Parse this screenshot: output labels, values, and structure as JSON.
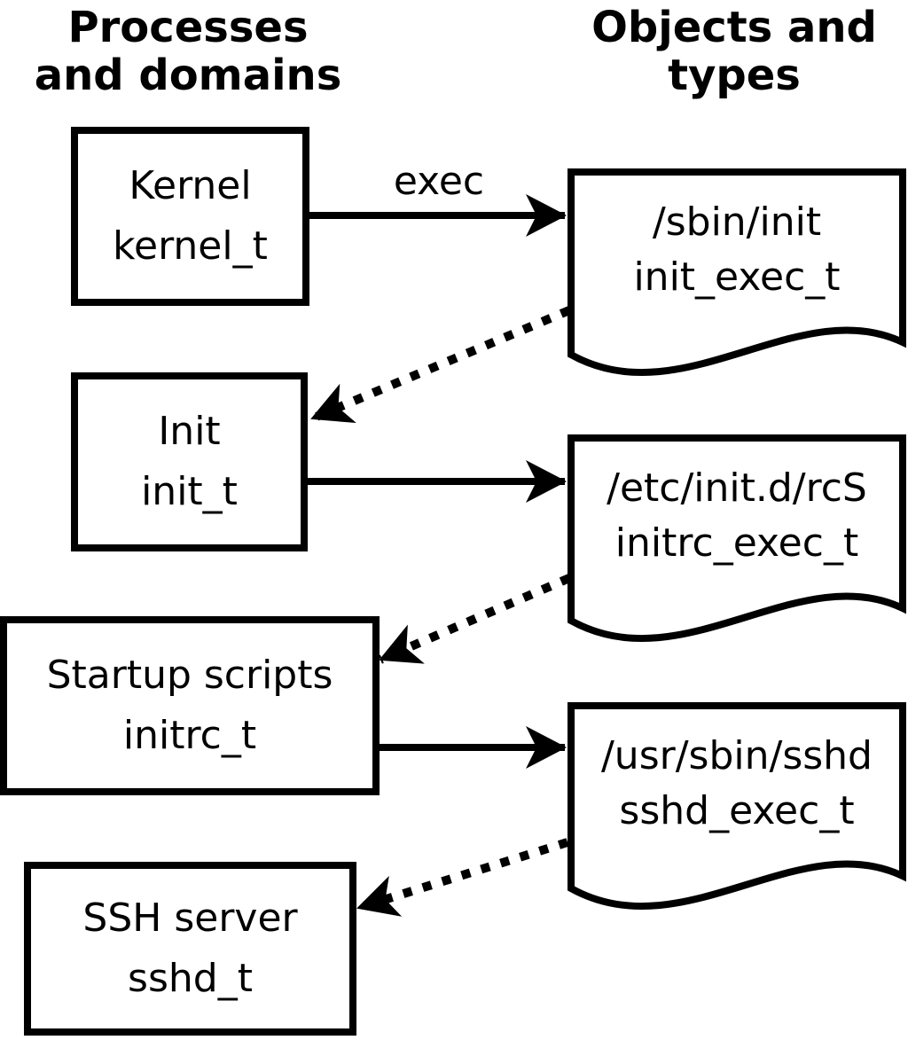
{
  "headers": {
    "processes": "Processes\nand domains",
    "objects": "Objects and\ntypes"
  },
  "processes": [
    {
      "name": "Kernel",
      "domain": "kernel_t"
    },
    {
      "name": "Init",
      "domain": "init_t"
    },
    {
      "name": "Startup scripts",
      "domain": "initrc_t"
    },
    {
      "name": "SSH server",
      "domain": "sshd_t"
    }
  ],
  "objects": [
    {
      "path": "/sbin/init",
      "type": "init_exec_t"
    },
    {
      "path": "/etc/init.d/rcS",
      "type": "initrc_exec_t"
    },
    {
      "path": "/usr/sbin/sshd",
      "type": "sshd_exec_t"
    }
  ],
  "edges": {
    "exec_label": "exec",
    "solid": [
      {
        "from": "kernel_t",
        "to": "init_exec_t",
        "label": "exec"
      },
      {
        "from": "init_t",
        "to": "initrc_exec_t",
        "label": ""
      },
      {
        "from": "initrc_t",
        "to": "sshd_exec_t",
        "label": ""
      }
    ],
    "dotted": [
      {
        "from": "init_exec_t",
        "to": "init_t"
      },
      {
        "from": "initrc_exec_t",
        "to": "initrc_t"
      },
      {
        "from": "sshd_exec_t",
        "to": "sshd_t"
      }
    ]
  },
  "colors": {
    "foreground": "#000000",
    "background": "#ffffff"
  }
}
